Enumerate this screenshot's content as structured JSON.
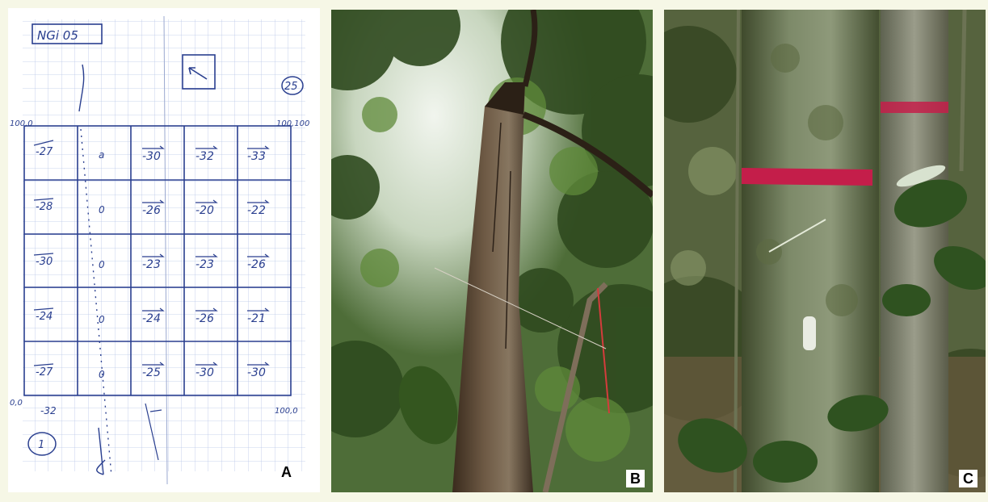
{
  "panels": [
    {
      "id": "A",
      "label": "A",
      "content": "handwritten-field-sheet",
      "sheet": {
        "header": "NGi 05",
        "plot_number": "25",
        "circled_note": "1",
        "corner_labels": {
          "top_left": "100,0",
          "top_right": "100,100",
          "bottom_left": "0,0",
          "bottom_right": "100,0"
        },
        "row_start_values": [
          "-27",
          "-28",
          "-30",
          "-24",
          "-27"
        ],
        "bottom_left_value": "-32",
        "grid_values": [
          [
            "-30",
            "-32",
            "-33"
          ],
          [
            "-26",
            "-20",
            "-22"
          ],
          [
            "-23",
            "-23",
            "-26"
          ],
          [
            "-24",
            "-26",
            "-21"
          ],
          [
            "-25",
            "-30",
            "-30"
          ]
        ],
        "colors": {
          "ink": "#2a3f8f",
          "grid": "#8fa3d6"
        }
      }
    },
    {
      "id": "B",
      "label": "B",
      "content": "photo-tall-tree-trunk-upward-view"
    },
    {
      "id": "C",
      "label": "C",
      "content": "photo-tree-trunk-with-red-paint-band"
    }
  ],
  "colors": {
    "background": "#f6f7e6",
    "paint_band": "#c41e4a"
  }
}
